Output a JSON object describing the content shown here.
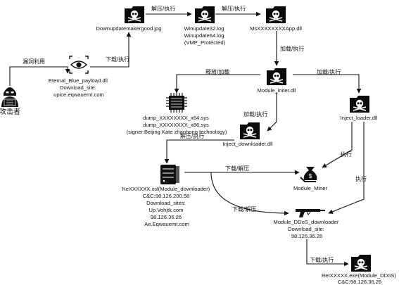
{
  "nodes": {
    "attacker": {
      "label": "攻击者",
      "icon": "hacker-icon"
    },
    "eternal_blue": {
      "lines": [
        "Eternal_Blue_payload.dll",
        "Download_site:",
        "upice.eqwauemt.com"
      ],
      "icon": "eye-icon"
    },
    "downupdate": {
      "lines": [
        "Downupdatemakergood.jpg"
      ],
      "icon": "skull-folder-icon"
    },
    "winupdate": {
      "lines": [
        "Winupdate32.log",
        "Winupdate64.log",
        "(VMP_Protected)"
      ],
      "icon": "skull-folder-icon"
    },
    "msapp": {
      "lines": [
        "MsXXXXXXXXApp.dll"
      ],
      "icon": "skull-folder-icon"
    },
    "module_initer": {
      "lines": [
        "Module_initer.dll"
      ],
      "icon": "skull-folder-icon"
    },
    "dump_sys": {
      "lines": [
        "dump_XXXXXXXX_x64.sys",
        "dump_XXXXXXXX_x86.sys",
        "(signer:Beijing Kate zhanhong technology)"
      ],
      "icon": "chip-icon"
    },
    "inject_loader": {
      "lines": [
        "Inject_loader.dll"
      ],
      "icon": "skull-folder-icon"
    },
    "inject_downloader": {
      "lines": [
        "Inject_downloader.dll"
      ],
      "icon": "skull-folder-icon"
    },
    "kexsl": {
      "lines": [
        "KeXXXXXX.xsl(Module_downloader)",
        "C&C:98.126.200.58",
        "Download_sites:",
        "Up.Vohjtk.com",
        "98.126.36.26",
        "Ae.Eqwauemt.com"
      ],
      "icon": "server-icon"
    },
    "module_miner": {
      "lines": [
        "Module_Miner"
      ],
      "icon": "money-bag-icon"
    },
    "module_ddos_downloader": {
      "lines": [
        "Module_DDoS_downloader",
        "Download_site:",
        "98.126.36.26"
      ],
      "icon": "gun-icon"
    },
    "retexe": {
      "lines": [
        "RetXXXXX.exe(Module_DDoS)",
        "C&C:98.126.36.26"
      ],
      "icon": "skull-folder-icon"
    }
  },
  "edges": [
    {
      "id": "attacker-to-eternal",
      "label": "漏洞利用"
    },
    {
      "id": "eternal-to-downupdate",
      "label": "下载/执行"
    },
    {
      "id": "downupdate-to-winupdate",
      "label": "解压/执行"
    },
    {
      "id": "winupdate-to-msapp",
      "label": "解压/执行"
    },
    {
      "id": "msapp-to-initer",
      "label": "加载/执行"
    },
    {
      "id": "initer-to-dump",
      "label": "释放/加载"
    },
    {
      "id": "initer-to-injectloader",
      "label": "加载/执行"
    },
    {
      "id": "initer-to-injectdownloader",
      "label": "加载/执行"
    },
    {
      "id": "injectdownloader-to-kexsl",
      "label": "解压/执行"
    },
    {
      "id": "kexsl-to-miner",
      "label": "下载/解压"
    },
    {
      "id": "kexsl-to-ddos",
      "label": "下载/解压"
    },
    {
      "id": "injectloader-to-miner",
      "label": "执行"
    },
    {
      "id": "injectloader-to-ddos",
      "label": "执行"
    },
    {
      "id": "ddos-to-retexe",
      "label": "下载/执行"
    }
  ]
}
